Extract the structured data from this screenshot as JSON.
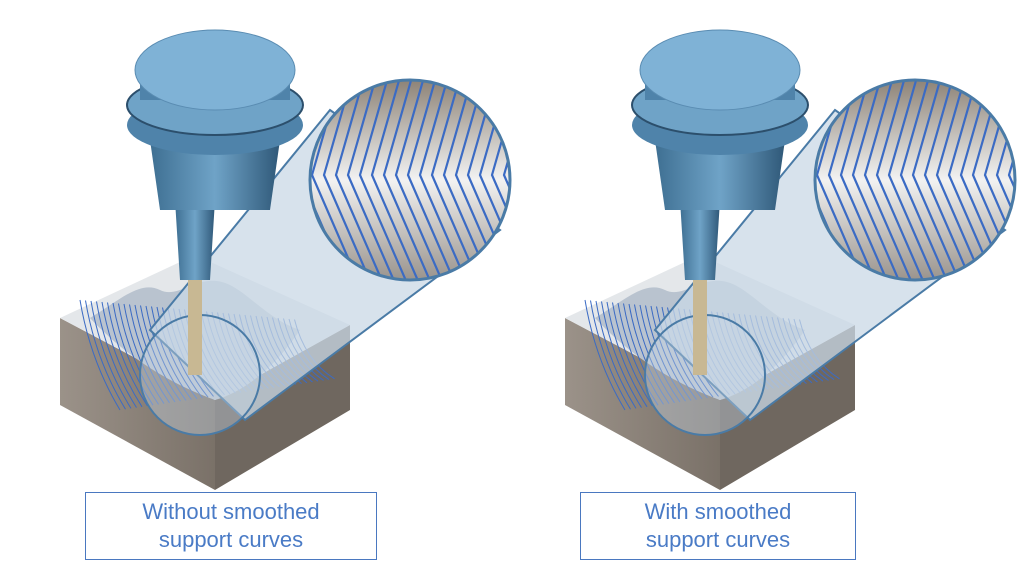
{
  "panels": [
    {
      "caption": "Without smoothed support curves",
      "curve_style": "angular"
    },
    {
      "caption": "With smoothed support curves",
      "curve_style": "smooth"
    }
  ],
  "colors": {
    "caption_text": "#4a7bc6",
    "caption_border": "#4a78c0",
    "spindle": "#6fa3c7",
    "toolpath": "#3b6bc4",
    "stock": "#8a8178"
  }
}
